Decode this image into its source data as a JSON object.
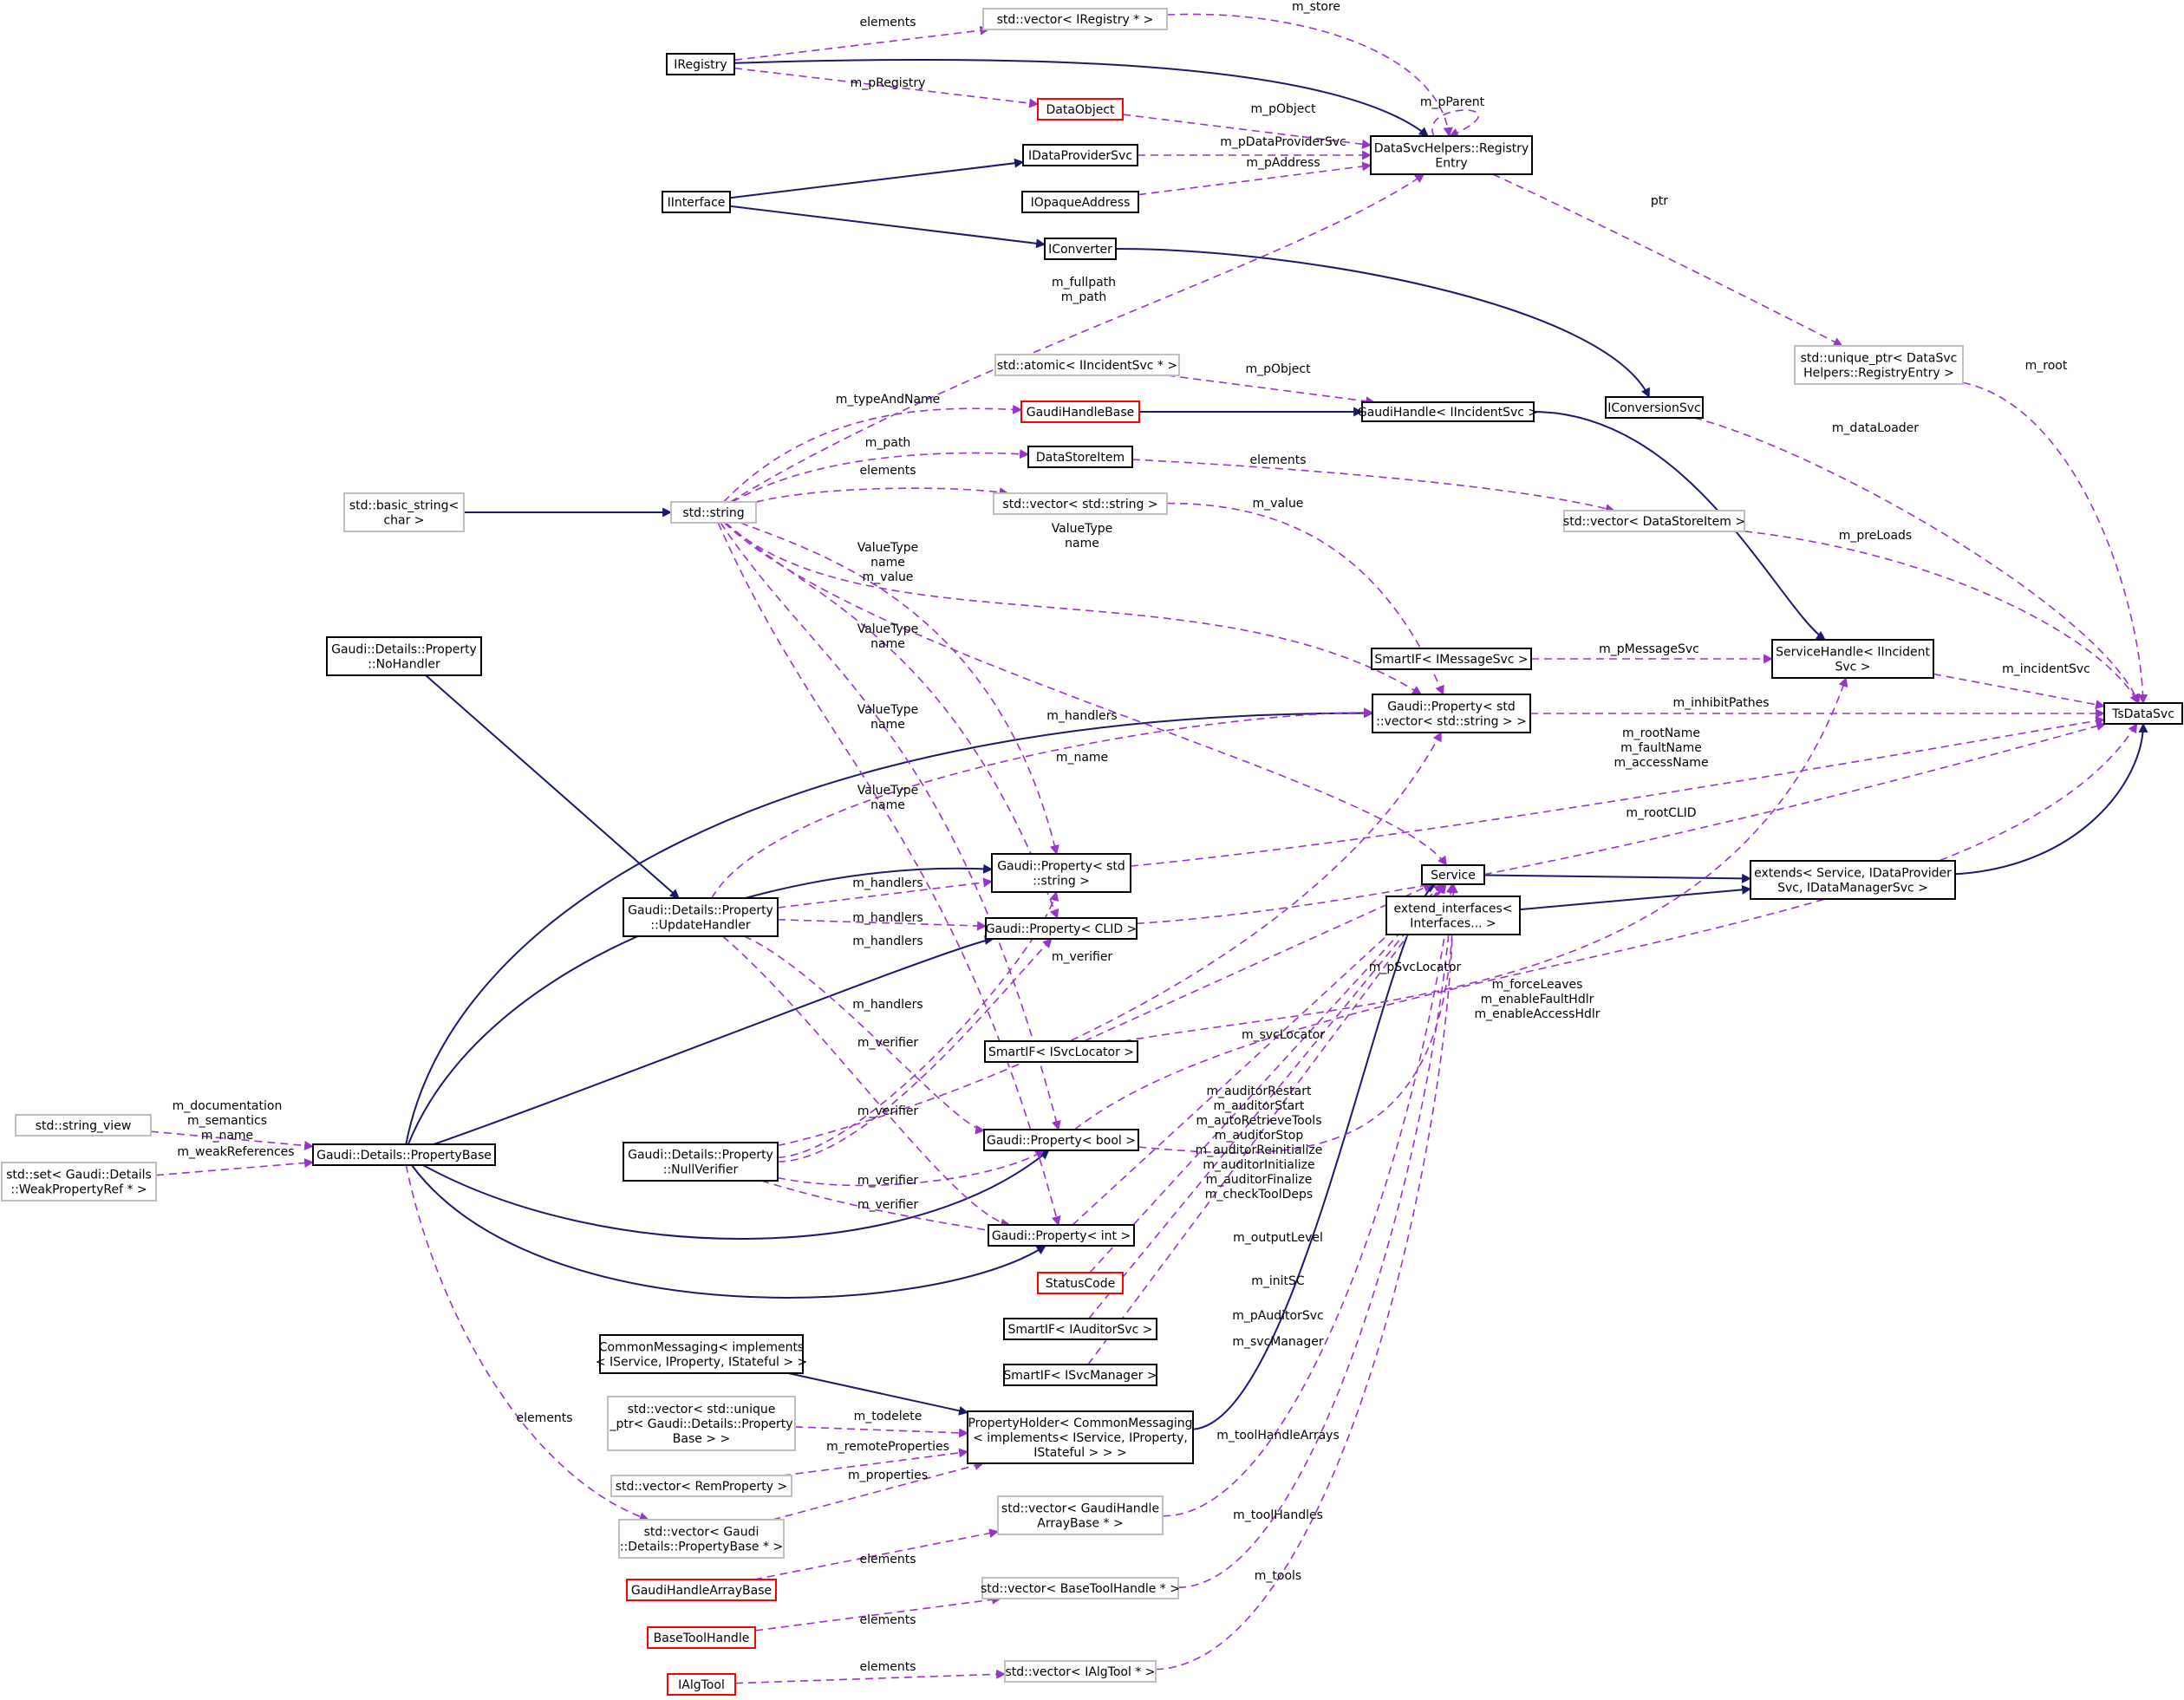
{
  "palette": {
    "node_border_default": "#000000",
    "node_border_undocumented": "#bfbfbf",
    "node_border_incomplete": "#ff0000",
    "node_fill_focus": "#bfbfbf",
    "inheritance_edge": "#191970",
    "usage_edge": "#9a32cd",
    "text": "#000000"
  },
  "nodes": [
    {
      "id": "TsDataSvc",
      "lines": [
        "TsDataSvc"
      ],
      "style": "focus"
    },
    {
      "id": "extends",
      "lines": [
        "extends< Service, IDataProvider",
        "Svc, IDataManagerSvc >"
      ],
      "style": "default"
    },
    {
      "id": "Service",
      "lines": [
        "Service"
      ],
      "style": "default"
    },
    {
      "id": "extend_interfaces",
      "lines": [
        "extend_interfaces<",
        "Interfaces... >"
      ],
      "style": "default"
    },
    {
      "id": "ServiceHandle",
      "lines": [
        "ServiceHandle< IIncident",
        "Svc >"
      ],
      "style": "default"
    },
    {
      "id": "GaudiHandleII",
      "lines": [
        "GaudiHandle< IIncidentSvc >"
      ],
      "style": "default"
    },
    {
      "id": "GaudiHandleBase",
      "lines": [
        "GaudiHandleBase"
      ],
      "style": "incomplete"
    },
    {
      "id": "atomicII",
      "lines": [
        "std::atomic< IIncidentSvc * >"
      ],
      "style": "undocumented"
    },
    {
      "id": "stdstring",
      "lines": [
        "std::string"
      ],
      "style": "undocumented"
    },
    {
      "id": "basic_string",
      "lines": [
        "std::basic_string<",
        "char >"
      ],
      "style": "undocumented"
    },
    {
      "id": "IRegistry",
      "lines": [
        "IRegistry"
      ],
      "style": "default"
    },
    {
      "id": "IInterface",
      "lines": [
        "IInterface"
      ],
      "style": "default"
    },
    {
      "id": "vecIRegistry",
      "lines": [
        "std::vector< IRegistry * >"
      ],
      "style": "undocumented"
    },
    {
      "id": "DataObject",
      "lines": [
        "DataObject"
      ],
      "style": "incomplete"
    },
    {
      "id": "IDataProviderSvc",
      "lines": [
        "IDataProviderSvc"
      ],
      "style": "default"
    },
    {
      "id": "IOpaqueAddress",
      "lines": [
        "IOpaqueAddress"
      ],
      "style": "default"
    },
    {
      "id": "IConverter",
      "lines": [
        "IConverter"
      ],
      "style": "default"
    },
    {
      "id": "RegistryEntry",
      "lines": [
        "DataSvcHelpers::Registry",
        "Entry"
      ],
      "style": "default"
    },
    {
      "id": "unique_ptr",
      "lines": [
        "std::unique_ptr< DataSvc",
        "Helpers::RegistryEntry >"
      ],
      "style": "undocumented"
    },
    {
      "id": "IConversionSvc",
      "lines": [
        "IConversionSvc"
      ],
      "style": "default"
    },
    {
      "id": "DataStoreItem",
      "lines": [
        "DataStoreItem"
      ],
      "style": "default"
    },
    {
      "id": "vecDataStoreItem",
      "lines": [
        "std::vector< DataStoreItem >"
      ],
      "style": "undocumented"
    },
    {
      "id": "vecString",
      "lines": [
        "std::vector< std::string >"
      ],
      "style": "undocumented"
    },
    {
      "id": "SmartIFMsg",
      "lines": [
        "SmartIF< IMessageSvc >"
      ],
      "style": "default"
    },
    {
      "id": "PropVecStr",
      "lines": [
        "Gaudi::Property< std",
        "::vector< std::string > >"
      ],
      "style": "default"
    },
    {
      "id": "NoHandler",
      "lines": [
        "Gaudi::Details::Property",
        "::NoHandler"
      ],
      "style": "default"
    },
    {
      "id": "UpdateHandler",
      "lines": [
        "Gaudi::Details::Property",
        "::UpdateHandler"
      ],
      "style": "default"
    },
    {
      "id": "PropString",
      "lines": [
        "Gaudi::Property< std",
        "::string >"
      ],
      "style": "default"
    },
    {
      "id": "PropCLID",
      "lines": [
        "Gaudi::Property< CLID >"
      ],
      "style": "default"
    },
    {
      "id": "SmartIFLoc",
      "lines": [
        "SmartIF< ISvcLocator >"
      ],
      "style": "default"
    },
    {
      "id": "PropBool",
      "lines": [
        "Gaudi::Property< bool >"
      ],
      "style": "default"
    },
    {
      "id": "PropInt",
      "lines": [
        "Gaudi::Property< int >"
      ],
      "style": "default"
    },
    {
      "id": "NullVerifier",
      "lines": [
        "Gaudi::Details::Property",
        "::NullVerifier"
      ],
      "style": "default"
    },
    {
      "id": "PropertyBase",
      "lines": [
        "Gaudi::Details::PropertyBase"
      ],
      "style": "default"
    },
    {
      "id": "string_view",
      "lines": [
        "std::string_view"
      ],
      "style": "undocumented"
    },
    {
      "id": "setWeak",
      "lines": [
        "std::set< Gaudi::Details",
        "::WeakPropertyRef * >"
      ],
      "style": "undocumented"
    },
    {
      "id": "StatusCode",
      "lines": [
        "StatusCode"
      ],
      "style": "incomplete"
    },
    {
      "id": "SmartIFAud",
      "lines": [
        "SmartIF< IAuditorSvc >"
      ],
      "style": "default"
    },
    {
      "id": "SmartIFMgr",
      "lines": [
        "SmartIF< ISvcManager >"
      ],
      "style": "default"
    },
    {
      "id": "CommonMessaging",
      "lines": [
        "CommonMessaging< implements",
        "< IService, IProperty, IStateful > >"
      ],
      "style": "default"
    },
    {
      "id": "PropertyHolder",
      "lines": [
        "PropertyHolder< CommonMessaging",
        "< implements< IService, IProperty,",
        "IStateful > > >"
      ],
      "style": "default"
    },
    {
      "id": "vecUniquePtr",
      "lines": [
        "std::vector< std::unique",
        "_ptr< Gaudi::Details::Property",
        "Base > >"
      ],
      "style": "undocumented"
    },
    {
      "id": "vecRemProp",
      "lines": [
        "std::vector< RemProperty >"
      ],
      "style": "undocumented"
    },
    {
      "id": "vecPropBase",
      "lines": [
        "std::vector< Gaudi",
        "::Details::PropertyBase * >"
      ],
      "style": "undocumented"
    },
    {
      "id": "vecGHAB",
      "lines": [
        "std::vector< GaudiHandle",
        "ArrayBase * >"
      ],
      "style": "undocumented"
    },
    {
      "id": "GaudiHandleArrayBase",
      "lines": [
        "GaudiHandleArrayBase"
      ],
      "style": "incomplete"
    },
    {
      "id": "vecBTH",
      "lines": [
        "std::vector< BaseToolHandle * >"
      ],
      "style": "undocumented"
    },
    {
      "id": "BaseToolHandle",
      "lines": [
        "BaseToolHandle"
      ],
      "style": "incomplete"
    },
    {
      "id": "vecIAlgTool",
      "lines": [
        "std::vector< IAlgTool * >"
      ],
      "style": "undocumented"
    },
    {
      "id": "IAlgTool",
      "lines": [
        "IAlgTool"
      ],
      "style": "incomplete"
    }
  ],
  "edges": [
    {
      "from": "extends",
      "to": "TsDataSvc",
      "kind": "inheritance",
      "label": []
    },
    {
      "from": "Service",
      "to": "extends",
      "kind": "inheritance",
      "label": []
    },
    {
      "from": "extend_interfaces",
      "to": "extends",
      "kind": "inheritance",
      "label": []
    },
    {
      "from": "PropertyHolder",
      "to": "Service",
      "kind": "inheritance",
      "label": []
    },
    {
      "from": "CommonMessaging",
      "to": "PropertyHolder",
      "kind": "inheritance",
      "label": []
    },
    {
      "from": "IRegistry",
      "to": "RegistryEntry",
      "kind": "inheritance",
      "label": []
    },
    {
      "from": "IInterface",
      "to": "IDataProviderSvc",
      "kind": "inheritance",
      "label": []
    },
    {
      "from": "IInterface",
      "to": "IConverter",
      "kind": "inheritance",
      "label": []
    },
    {
      "from": "IConverter",
      "to": "IConversionSvc",
      "kind": "inheritance",
      "label": []
    },
    {
      "from": "GaudiHandleBase",
      "to": "GaudiHandleII",
      "kind": "inheritance",
      "label": []
    },
    {
      "from": "GaudiHandleII",
      "to": "ServiceHandle",
      "kind": "inheritance",
      "label": []
    },
    {
      "from": "basic_string",
      "to": "stdstring",
      "kind": "inheritance",
      "label": []
    },
    {
      "from": "NoHandler",
      "to": "UpdateHandler",
      "kind": "inheritance",
      "label": []
    },
    {
      "from": "PropertyBase",
      "to": "PropVecStr",
      "kind": "inheritance",
      "label": []
    },
    {
      "from": "PropertyBase",
      "to": "PropString",
      "kind": "inheritance",
      "label": []
    },
    {
      "from": "PropertyBase",
      "to": "PropCLID",
      "kind": "inheritance",
      "label": []
    },
    {
      "from": "PropertyBase",
      "to": "PropBool",
      "kind": "inheritance",
      "label": []
    },
    {
      "from": "PropertyBase",
      "to": "PropInt",
      "kind": "inheritance",
      "label": []
    },
    {
      "from": "RegistryEntry",
      "to": "unique_ptr",
      "kind": "usage",
      "label": [
        "ptr"
      ]
    },
    {
      "from": "unique_ptr",
      "to": "TsDataSvc",
      "kind": "usage",
      "label": [
        "m_root"
      ]
    },
    {
      "from": "IConversionSvc",
      "to": "TsDataSvc",
      "kind": "usage",
      "label": [
        "m_dataLoader"
      ]
    },
    {
      "from": "vecDataStoreItem",
      "to": "TsDataSvc",
      "kind": "usage",
      "label": [
        "m_preLoads"
      ]
    },
    {
      "from": "ServiceHandle",
      "to": "TsDataSvc",
      "kind": "usage",
      "label": [
        "m_incidentSvc"
      ]
    },
    {
      "from": "PropVecStr",
      "to": "TsDataSvc",
      "kind": "usage",
      "label": [
        "m_inhibitPathes"
      ]
    },
    {
      "from": "PropString",
      "to": "TsDataSvc",
      "kind": "usage",
      "label": [
        "m_rootName",
        "m_faultName",
        "m_accessName"
      ]
    },
    {
      "from": "PropCLID",
      "to": "TsDataSvc",
      "kind": "usage",
      "label": [
        "m_rootCLID"
      ]
    },
    {
      "from": "PropBool",
      "to": "TsDataSvc",
      "kind": "usage",
      "label": [
        "m_forceLeaves",
        "m_enableFaultHdlr",
        "m_enableAccessHdlr"
      ]
    },
    {
      "from": "vecIRegistry",
      "to": "RegistryEntry",
      "kind": "usage",
      "label": [
        "m_store"
      ]
    },
    {
      "from": "IRegistry",
      "to": "vecIRegistry",
      "kind": "usage",
      "label": [
        "elements"
      ]
    },
    {
      "from": "IRegistry",
      "to": "DataObject",
      "kind": "usage",
      "label": [
        "m_pRegistry"
      ]
    },
    {
      "from": "DataObject",
      "to": "RegistryEntry",
      "kind": "usage",
      "label": [
        "m_pObject"
      ]
    },
    {
      "from": "IDataProviderSvc",
      "to": "RegistryEntry",
      "kind": "usage",
      "label": [
        "m_pDataProviderSvc"
      ]
    },
    {
      "from": "IOpaqueAddress",
      "to": "RegistryEntry",
      "kind": "usage",
      "label": [
        "m_pAddress"
      ]
    },
    {
      "from": "RegistryEntry",
      "to": "RegistryEntry",
      "kind": "usage",
      "label": [
        "m_pParent"
      ]
    },
    {
      "from": "stdstring",
      "to": "RegistryEntry",
      "kind": "usage",
      "label": [
        "m_fullpath",
        "m_path"
      ]
    },
    {
      "from": "atomicII",
      "to": "GaudiHandleII",
      "kind": "usage",
      "label": [
        "m_pObject"
      ]
    },
    {
      "from": "stdstring",
      "to": "GaudiHandleBase",
      "kind": "usage",
      "label": [
        "m_typeAndName"
      ]
    },
    {
      "from": "stdstring",
      "to": "DataStoreItem",
      "kind": "usage",
      "label": [
        "m_path"
      ]
    },
    {
      "from": "stdstring",
      "to": "vecString",
      "kind": "usage",
      "label": [
        "elements"
      ]
    },
    {
      "from": "DataStoreItem",
      "to": "vecDataStoreItem",
      "kind": "usage",
      "label": [
        "elements"
      ]
    },
    {
      "from": "vecString",
      "to": "PropVecStr",
      "kind": "usage",
      "label": [
        "m_value"
      ]
    },
    {
      "from": "stdstring",
      "to": "PropVecStr",
      "kind": "usage",
      "label": [
        "ValueType",
        "name"
      ]
    },
    {
      "from": "stdstring",
      "to": "PropString",
      "kind": "usage",
      "label": [
        "ValueType",
        "name",
        "m_value"
      ]
    },
    {
      "from": "stdstring",
      "to": "PropCLID",
      "kind": "usage",
      "label": [
        "ValueType",
        "name"
      ]
    },
    {
      "from": "stdstring",
      "to": "PropBool",
      "kind": "usage",
      "label": [
        "ValueType",
        "name"
      ]
    },
    {
      "from": "stdstring",
      "to": "PropInt",
      "kind": "usage",
      "label": [
        "ValueType",
        "name"
      ]
    },
    {
      "from": "stdstring",
      "to": "Service",
      "kind": "usage",
      "label": [
        "m_name"
      ]
    },
    {
      "from": "SmartIFMsg",
      "to": "ServiceHandle",
      "kind": "usage",
      "label": [
        "m_pMessageSvc"
      ]
    },
    {
      "from": "SmartIFLoc",
      "to": "ServiceHandle",
      "kind": "usage",
      "label": [
        "m_pSvcLocator"
      ]
    },
    {
      "from": "UpdateHandler",
      "to": "PropVecStr",
      "kind": "usage",
      "label": [
        "m_handlers"
      ]
    },
    {
      "from": "UpdateHandler",
      "to": "PropString",
      "kind": "usage",
      "label": [
        "m_handlers"
      ]
    },
    {
      "from": "UpdateHandler",
      "to": "PropCLID",
      "kind": "usage",
      "label": [
        "m_handlers"
      ]
    },
    {
      "from": "UpdateHandler",
      "to": "PropBool",
      "kind": "usage",
      "label": [
        "m_handlers"
      ]
    },
    {
      "from": "UpdateHandler",
      "to": "PropInt",
      "kind": "usage",
      "label": [
        "m_handlers"
      ]
    },
    {
      "from": "NullVerifier",
      "to": "PropVecStr",
      "kind": "usage",
      "label": [
        "m_verifier"
      ]
    },
    {
      "from": "NullVerifier",
      "to": "PropString",
      "kind": "usage",
      "label": [
        "m_verifier"
      ]
    },
    {
      "from": "NullVerifier",
      "to": "PropCLID",
      "kind": "usage",
      "label": [
        "m_verifier"
      ]
    },
    {
      "from": "NullVerifier",
      "to": "PropBool",
      "kind": "usage",
      "label": [
        "m_verifier"
      ]
    },
    {
      "from": "NullVerifier",
      "to": "PropInt",
      "kind": "usage",
      "label": [
        "m_verifier"
      ]
    },
    {
      "from": "string_view",
      "to": "PropertyBase",
      "kind": "usage",
      "label": [
        "m_documentation",
        "m_semantics",
        "m_name"
      ]
    },
    {
      "from": "setWeak",
      "to": "PropertyBase",
      "kind": "usage",
      "label": [
        "m_weakReferences"
      ]
    },
    {
      "from": "PropertyBase",
      "to": "vecPropBase",
      "kind": "usage",
      "label": [
        "elements"
      ]
    },
    {
      "from": "SmartIFLoc",
      "to": "Service",
      "kind": "usage",
      "label": [
        "m_svcLocator"
      ]
    },
    {
      "from": "PropBool",
      "to": "Service",
      "kind": "usage",
      "label": [
        "m_auditorRestart",
        "m_auditorStart",
        "m_autoRetrieveTools",
        "m_auditorStop",
        "m_auditorReinitialize",
        "m_auditorInitialize",
        "m_auditorFinalize",
        "m_checkToolDeps"
      ]
    },
    {
      "from": "PropInt",
      "to": "Service",
      "kind": "usage",
      "label": [
        "m_outputLevel"
      ]
    },
    {
      "from": "StatusCode",
      "to": "Service",
      "kind": "usage",
      "label": [
        "m_initSC"
      ]
    },
    {
      "from": "SmartIFAud",
      "to": "Service",
      "kind": "usage",
      "label": [
        "m_pAuditorSvc"
      ]
    },
    {
      "from": "SmartIFMgr",
      "to": "Service",
      "kind": "usage",
      "label": [
        "m_svcManager"
      ]
    },
    {
      "from": "vecGHAB",
      "to": "Service",
      "kind": "usage",
      "label": [
        "m_toolHandleArrays"
      ]
    },
    {
      "from": "vecBTH",
      "to": "Service",
      "kind": "usage",
      "label": [
        "m_toolHandles"
      ]
    },
    {
      "from": "vecIAlgTool",
      "to": "Service",
      "kind": "usage",
      "label": [
        "m_tools"
      ]
    },
    {
      "from": "vecUniquePtr",
      "to": "PropertyHolder",
      "kind": "usage",
      "label": [
        "m_todelete"
      ]
    },
    {
      "from": "vecRemProp",
      "to": "PropertyHolder",
      "kind": "usage",
      "label": [
        "m_remoteProperties"
      ]
    },
    {
      "from": "vecPropBase",
      "to": "PropertyHolder",
      "kind": "usage",
      "label": [
        "m_properties"
      ]
    },
    {
      "from": "GaudiHandleArrayBase",
      "to": "vecGHAB",
      "kind": "usage",
      "label": [
        "elements"
      ]
    },
    {
      "from": "BaseToolHandle",
      "to": "vecBTH",
      "kind": "usage",
      "label": [
        "elements"
      ]
    },
    {
      "from": "IAlgTool",
      "to": "vecIAlgTool",
      "kind": "usage",
      "label": [
        "elements"
      ]
    }
  ]
}
